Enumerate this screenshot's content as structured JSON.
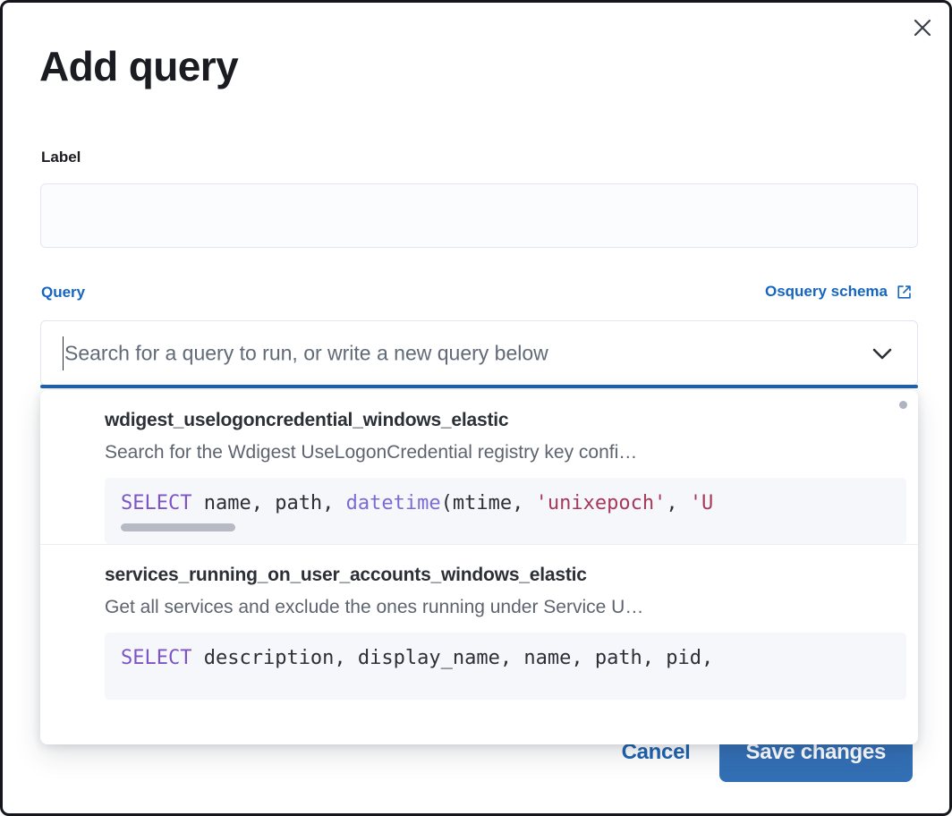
{
  "modal": {
    "title": "Add query",
    "close_icon": "close-icon"
  },
  "label_field": {
    "label": "Label",
    "value": "",
    "placeholder": ""
  },
  "query_field": {
    "legend": "Query",
    "schema_link_text": "Osquery schema",
    "schema_link_icon": "external-link-icon",
    "combo_placeholder": "Search for a query to run, or write a new query below",
    "combo_value": "",
    "chevron_icon": "chevron-down-icon"
  },
  "dropdown": {
    "items": [
      {
        "title": "wdigest_uselogoncredential_windows_elastic",
        "description": "Search for the Wdigest UseLogonCredential registry key confi…",
        "code_tokens": [
          {
            "text": "SELECT",
            "type": "keyword"
          },
          {
            "text": " name, path, ",
            "type": "plain"
          },
          {
            "text": "datetime",
            "type": "function"
          },
          {
            "text": "(mtime, ",
            "type": "plain"
          },
          {
            "text": "'unixepoch'",
            "type": "string"
          },
          {
            "text": ", ",
            "type": "plain"
          },
          {
            "text": "'U",
            "type": "string"
          }
        ],
        "has_scrollbar": true
      },
      {
        "title": "services_running_on_user_accounts_windows_elastic",
        "description": "Get all services and exclude the ones running under Service U…",
        "code_tokens": [
          {
            "text": "SELECT",
            "type": "keyword"
          },
          {
            "text": " description, display_name, name, path, pid,",
            "type": "plain"
          }
        ],
        "has_scrollbar": false
      }
    ]
  },
  "footer": {
    "cancel_label": "Cancel",
    "save_label": "Save changes"
  },
  "colors": {
    "accent_blue": "#1665c0",
    "primary_button": "#336fb4",
    "focus_underline": "#1f63ad",
    "sql_keyword": "#7d54c4",
    "sql_function": "#7c6bd6",
    "sql_string": "#a8385a"
  }
}
